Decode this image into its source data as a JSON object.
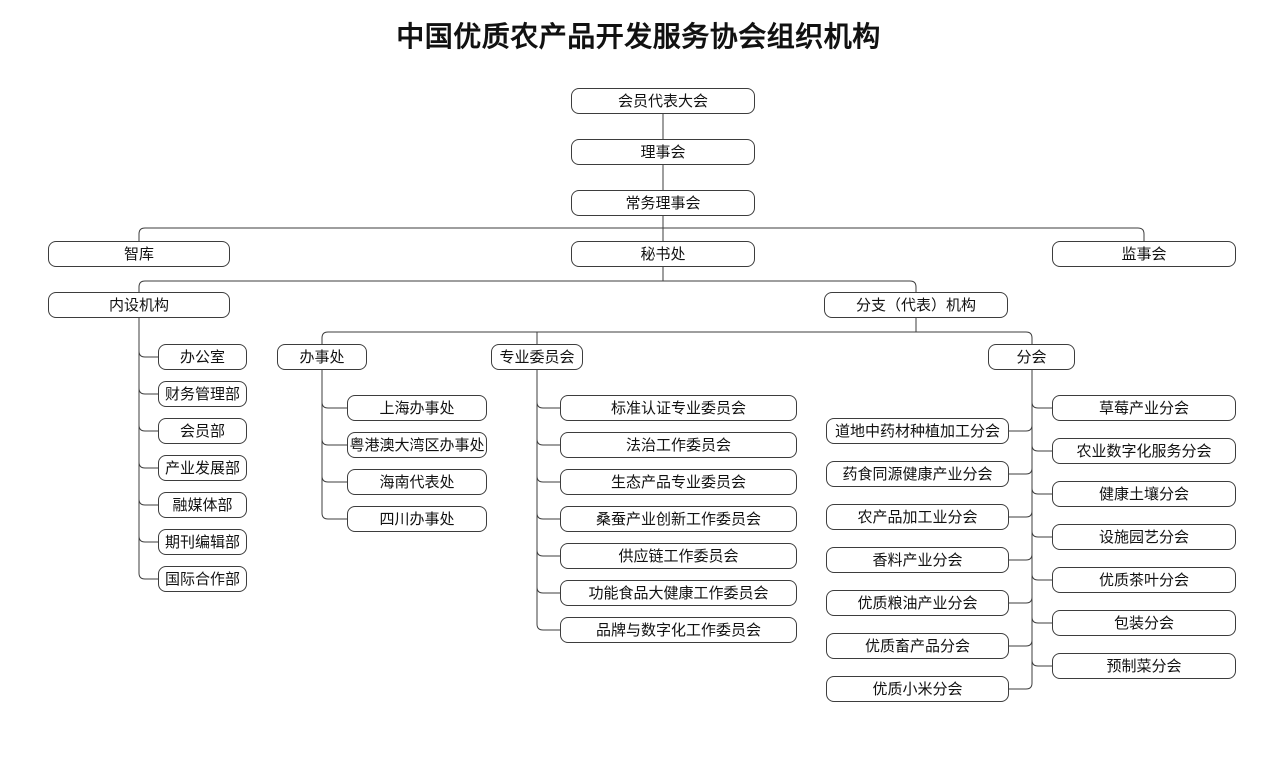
{
  "title": "中国优质农产品开发服务协会组织机构",
  "colors": {
    "background": "#ffffff",
    "line": "#3d3d3d",
    "node_border": "#3d3d3d",
    "text": "#111111"
  },
  "org": {
    "congress": "会员代表大会",
    "council": "理事会",
    "standing_council": "常务理事会",
    "think_tank": "智库",
    "secretariat": "秘书处",
    "supervisory_board": "监事会",
    "internal_organs": {
      "label": "内设机构",
      "children": [
        "办公室",
        "财务管理部",
        "会员部",
        "产业发展部",
        "融媒体部",
        "期刊编辑部",
        "国际合作部"
      ]
    },
    "branch_organs": {
      "label": "分支（代表）机构",
      "offices": {
        "label": "办事处",
        "children": [
          "上海办事处",
          "粤港澳大湾区办事处",
          "海南代表处",
          "四川办事处"
        ]
      },
      "committees": {
        "label": "专业委员会",
        "children": [
          "标准认证专业委员会",
          "法治工作委员会",
          "生态产品专业委员会",
          "桑蚕产业创新工作委员会",
          "供应链工作委员会",
          "功能食品大健康工作委员会",
          "品牌与数字化工作委员会"
        ]
      },
      "sub_associations": {
        "label": "分会",
        "children_left": [
          "道地中药材种植加工分会",
          "药食同源健康产业分会",
          "农产品加工业分会",
          "香料产业分会",
          "优质粮油产业分会",
          "优质畜产品分会",
          "优质小米分会"
        ],
        "children_right": [
          "草莓产业分会",
          "农业数字化服务分会",
          "健康土壤分会",
          "设施园艺分会",
          "优质茶叶分会",
          "包装分会",
          "预制菜分会"
        ]
      }
    }
  }
}
